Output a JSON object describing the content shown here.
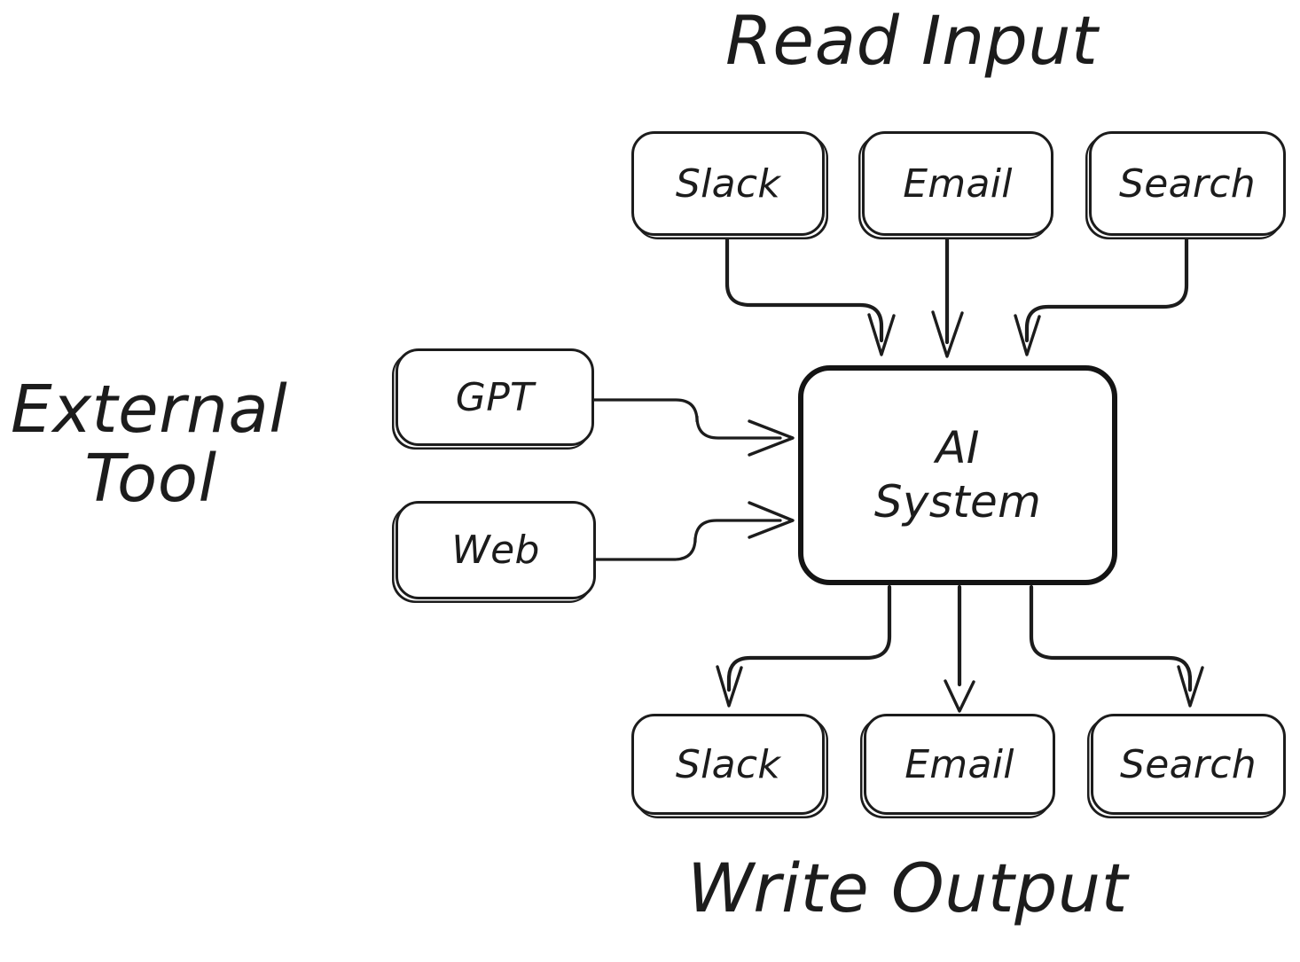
{
  "diagram": {
    "title_read_input": "Read Input",
    "title_write_output": "Write Output",
    "title_external_tool_line1": "External",
    "title_external_tool_line2": "Tool",
    "ink_color": "#1c1c1c",
    "background_color": "#ffffff"
  },
  "central": {
    "label_line1": "AI",
    "label_line2": "System"
  },
  "inputs": [
    {
      "label": "Slack"
    },
    {
      "label": "Email"
    },
    {
      "label": "Search"
    }
  ],
  "tools": [
    {
      "label": "GPT"
    },
    {
      "label": "Web"
    }
  ],
  "outputs": [
    {
      "label": "Slack"
    },
    {
      "label": "Email"
    },
    {
      "label": "Search"
    }
  ]
}
